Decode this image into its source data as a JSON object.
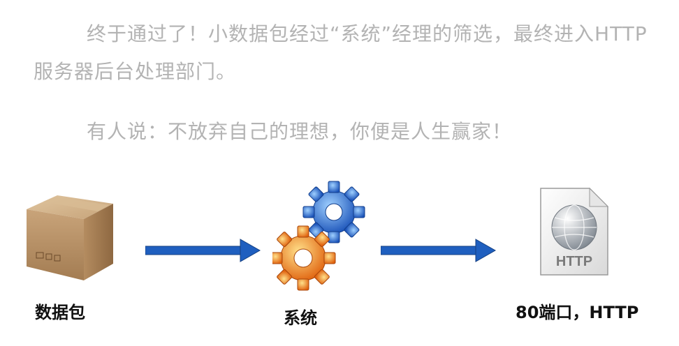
{
  "intro": {
    "paragraph1": "终于通过了！小数据包经过“系统”经理的筛选，最终进入HTTP服务器后台处理部门。",
    "paragraph2": "有人说：不放弃自己的理想，你便是人生赢家！"
  },
  "flow": {
    "nodes": [
      {
        "label": "数据包",
        "icon": "cardboard-box-icon"
      },
      {
        "label": "系统",
        "icon": "gears-icon"
      },
      {
        "label": "80端口，HTTP",
        "icon": "http-globe-document-icon"
      }
    ],
    "http_badge": "HTTP",
    "arrow_color": "#1f5fbf"
  }
}
